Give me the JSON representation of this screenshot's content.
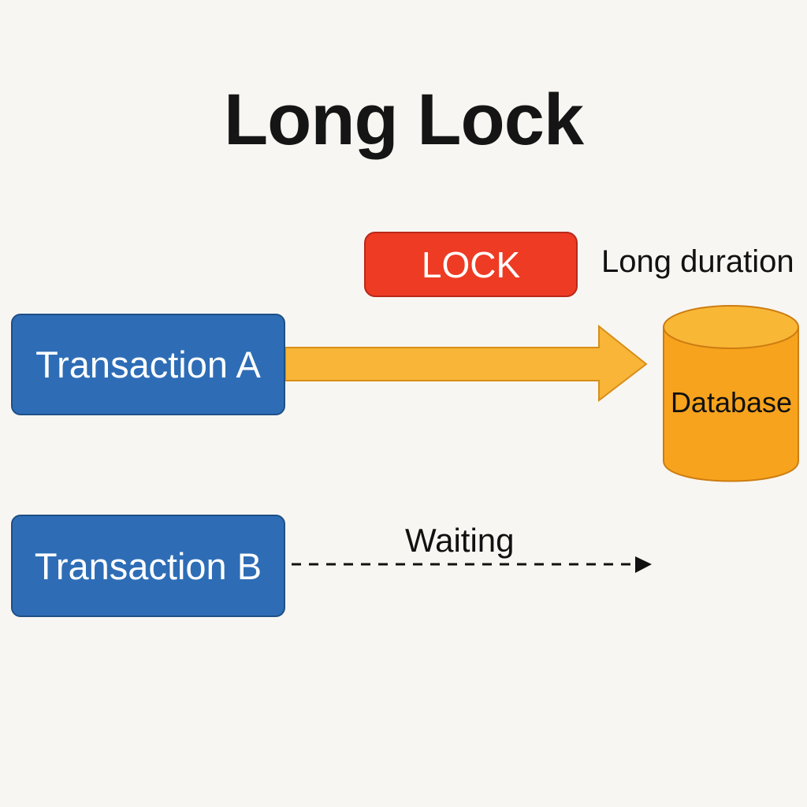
{
  "title": "Long Lock",
  "lock": {
    "label": "LOCK",
    "note": "Long duration"
  },
  "transactions": {
    "a": "Transaction A",
    "b": "Transaction B"
  },
  "database": {
    "label": "Database"
  },
  "waiting": {
    "label": "Waiting"
  },
  "colors": {
    "background": "#f8f6f2",
    "transaction_fill": "#2e6db6",
    "lock_fill": "#ee3b23",
    "arrow_fill": "#f8b538",
    "database_fill": "#f7a31d",
    "text": "#111111"
  }
}
